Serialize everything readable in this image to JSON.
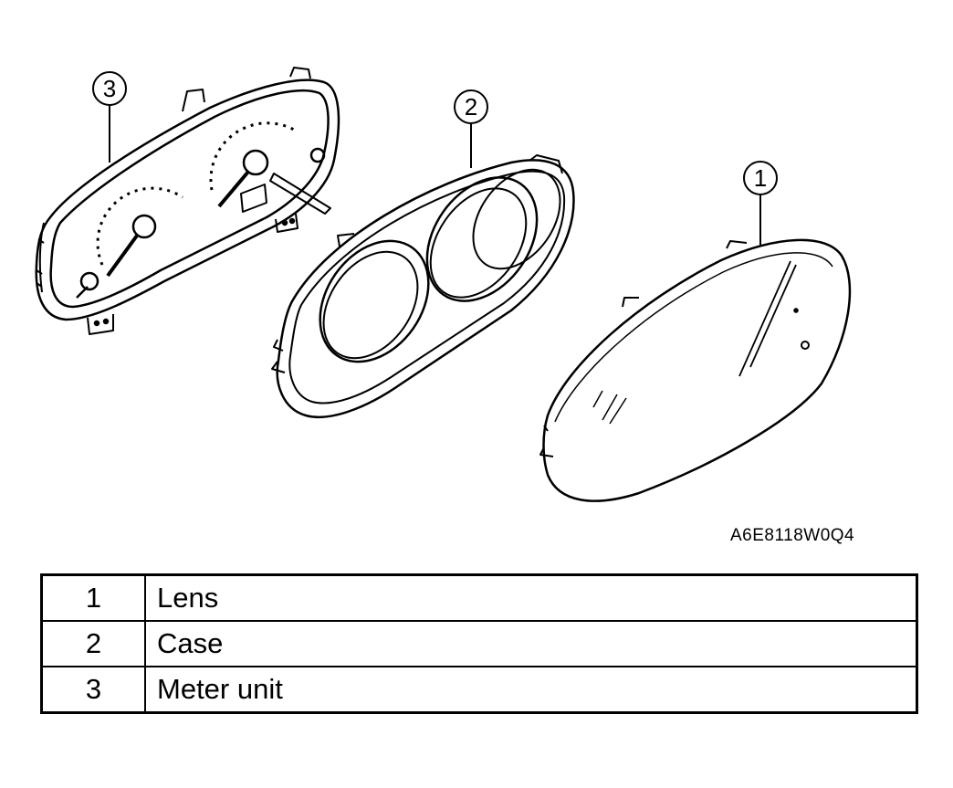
{
  "diagram": {
    "callouts": [
      "3",
      "2",
      "1"
    ],
    "figure_code": "A6E8118W0Q4"
  },
  "parts_table": {
    "rows": [
      {
        "number": "1",
        "name": "Lens"
      },
      {
        "number": "2",
        "name": "Case"
      },
      {
        "number": "3",
        "name": "Meter unit"
      }
    ]
  }
}
